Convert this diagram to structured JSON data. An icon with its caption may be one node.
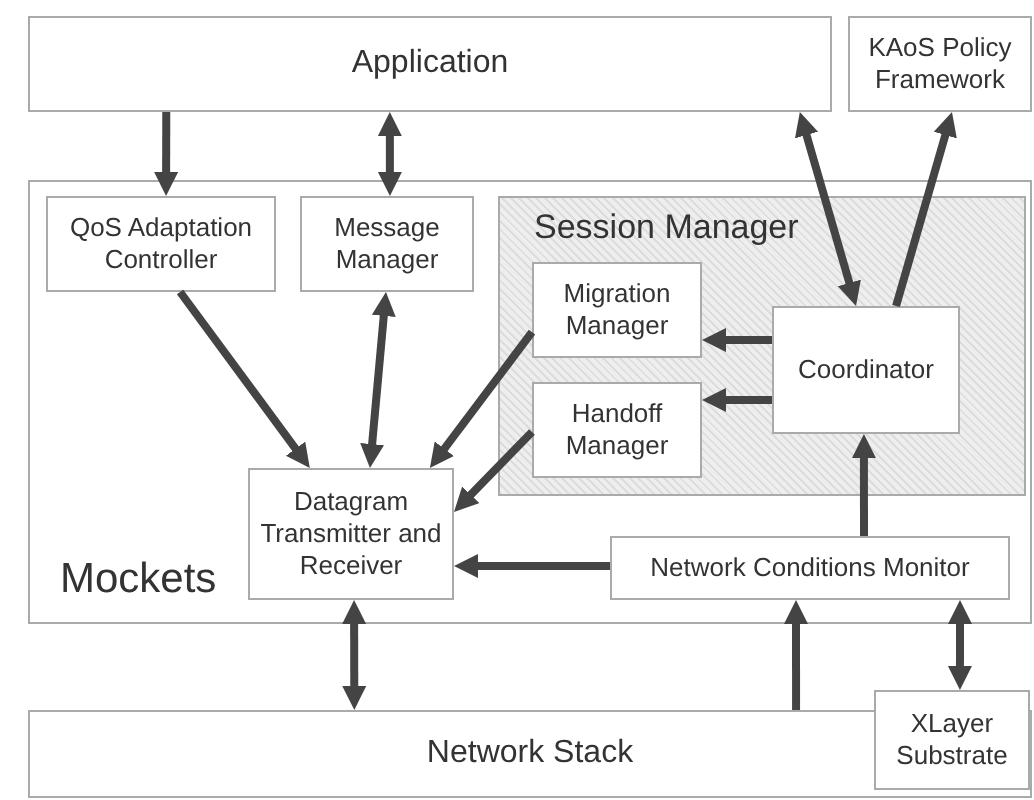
{
  "diagram": {
    "nodes": [
      {
        "text": [
          "Application"
        ]
      },
      {
        "text": [
          "KAoS Policy Framework"
        ]
      },
      {
        "text": [
          "Mockets"
        ]
      },
      {
        "text": [
          "QoS Adaptation Controller"
        ],
        "in": 2
      },
      {
        "text": [
          "Message Manager"
        ],
        "in": 2
      },
      {
        "text": [
          "Session Manager"
        ],
        "in": 2
      },
      {
        "text": [
          "Migration Manager"
        ],
        "in": 5
      },
      {
        "text": [
          "Handoff Manager"
        ],
        "in": 5
      },
      {
        "text": [
          "Coordinator"
        ],
        "in": 5
      },
      {
        "text": [
          "Datagram Transmitter and Receiver"
        ],
        "in": 2
      },
      {
        "text": [
          "Network Conditions Monitor"
        ],
        "in": 2
      },
      {
        "text": [
          "Network Stack"
        ]
      },
      {
        "text": [
          "XLayer Substrate"
        ]
      }
    ],
    "edges": [
      {
        "from": 0,
        "to": 3,
        "arrow": "to"
      },
      {
        "from": 0,
        "to": 4,
        "arrow": "both"
      },
      {
        "from": 0,
        "to": 8,
        "arrow": "both"
      },
      {
        "from": 8,
        "to": 1,
        "arrow": "to"
      },
      {
        "from": 3,
        "to": 9,
        "arrow": "to"
      },
      {
        "from": 4,
        "to": 9,
        "arrow": "both"
      },
      {
        "from": 6,
        "to": 9,
        "arrow": "to"
      },
      {
        "from": 7,
        "to": 9,
        "arrow": "to"
      },
      {
        "from": 8,
        "to": 6,
        "arrow": "to"
      },
      {
        "from": 8,
        "to": 7,
        "arrow": "to"
      },
      {
        "from": 10,
        "to": 8,
        "arrow": "to"
      },
      {
        "from": 10,
        "to": 9,
        "arrow": "to"
      },
      {
        "from": 9,
        "to": 11,
        "arrow": "both"
      },
      {
        "from": 11,
        "to": 10,
        "arrow": "to"
      },
      {
        "from": 10,
        "to": 12,
        "arrow": "both"
      }
    ]
  }
}
